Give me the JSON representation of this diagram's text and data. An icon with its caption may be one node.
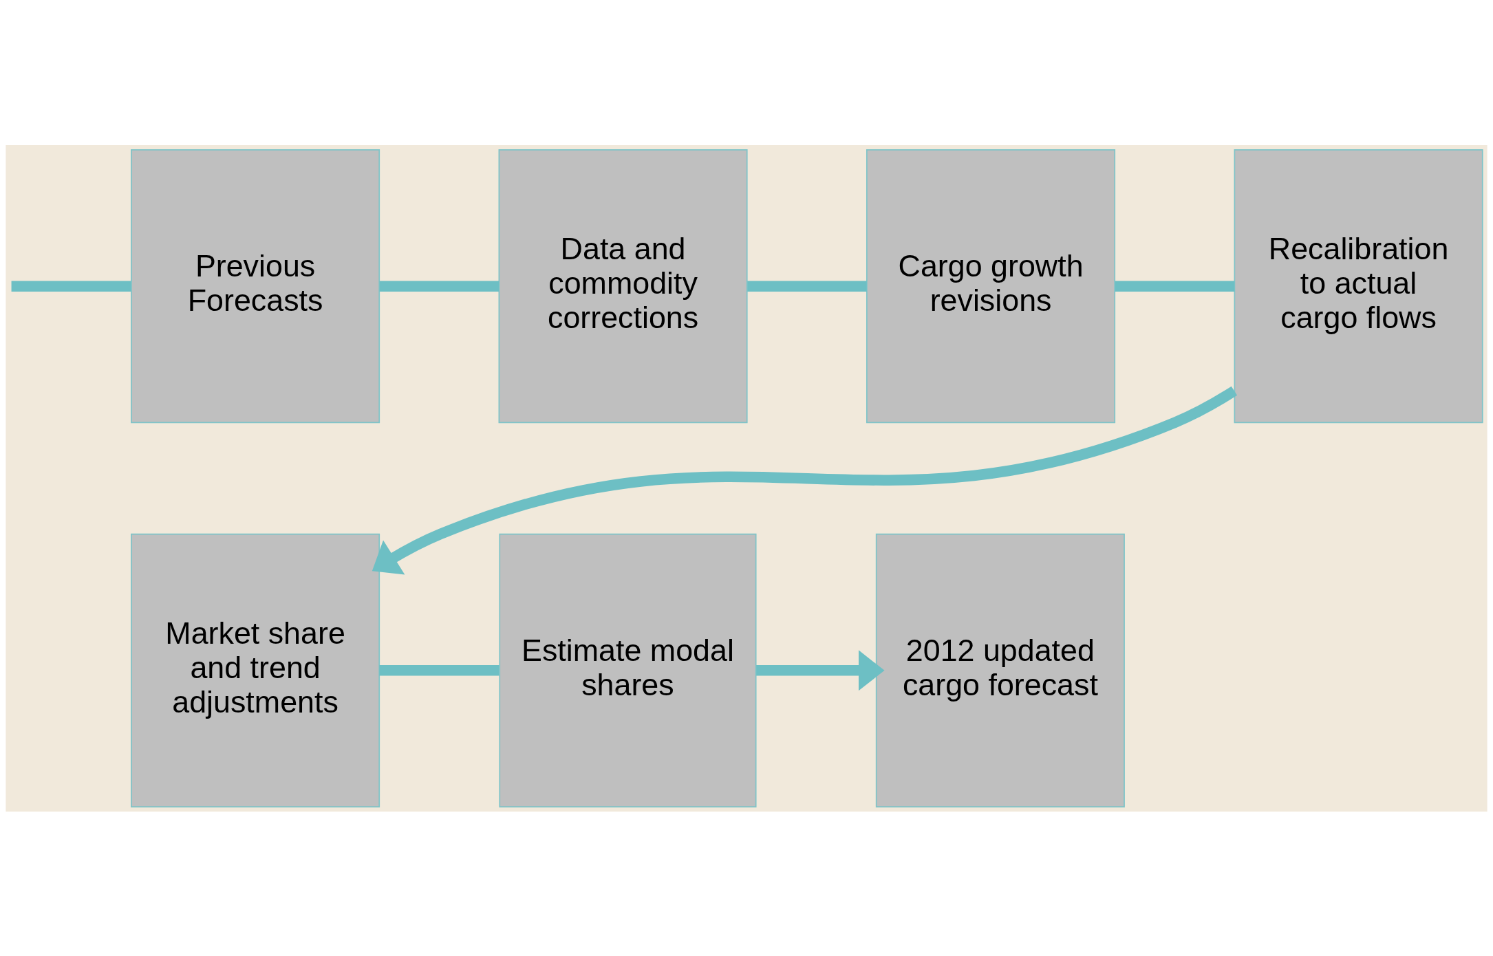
{
  "diagram": {
    "nodes": [
      {
        "text": [
          "Previous Forecasts"
        ]
      },
      {
        "text": [
          "Data and commodity corrections"
        ]
      },
      {
        "text": [
          "Cargo growth revisions"
        ]
      },
      {
        "text": [
          "Recalibration to actual cargo flows"
        ]
      },
      {
        "text": [
          "Market share and trend adjustments"
        ]
      },
      {
        "text": [
          "Estimate modal shares"
        ]
      },
      {
        "text": [
          "2012 updated cargo forecast"
        ]
      }
    ],
    "edges": [
      {
        "from": null,
        "to": 0,
        "arrow": "none"
      },
      {
        "from": 0,
        "to": 1,
        "arrow": "none"
      },
      {
        "from": 1,
        "to": 2,
        "arrow": "none"
      },
      {
        "from": 2,
        "to": 3,
        "arrow": "none"
      },
      {
        "from": 3,
        "to": 4,
        "arrow": "to"
      },
      {
        "from": 4,
        "to": 5,
        "arrow": "none"
      },
      {
        "from": 5,
        "to": 6,
        "arrow": "to"
      }
    ]
  }
}
